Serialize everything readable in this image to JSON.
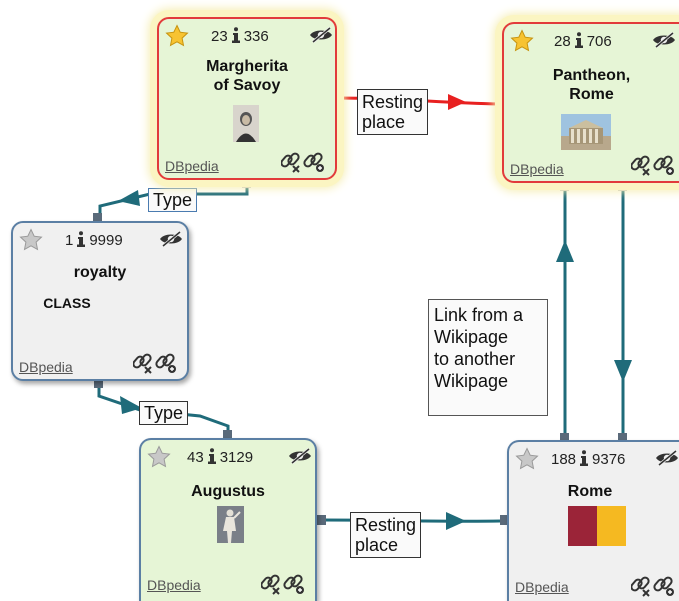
{
  "nodes": {
    "margherita": {
      "inbound": "23",
      "outbound": "336",
      "title_line1": "Margherita",
      "title_line2": "of Savoy",
      "source": "DBpedia",
      "starred": true,
      "highlighted": true,
      "thumb": "portrait-icon"
    },
    "pantheon": {
      "inbound": "28",
      "outbound": "706",
      "title_line1": "Pantheon,",
      "title_line2": "Rome",
      "source": "DBpedia",
      "starred": true,
      "highlighted": true,
      "thumb": "pantheon-icon"
    },
    "royalty": {
      "inbound": "1",
      "outbound": "9999",
      "title": "royalty",
      "subtitle": "CLASS",
      "source": "DBpedia",
      "starred": false
    },
    "augustus": {
      "inbound": "43",
      "outbound": "3129",
      "title": "Augustus",
      "source": "DBpedia",
      "starred": false,
      "thumb": "statue-icon"
    },
    "rome": {
      "inbound": "188",
      "outbound": "9376",
      "title": "Rome",
      "source": "DBpedia",
      "starred": false,
      "thumb": "flag-icon"
    }
  },
  "edges": {
    "margherita_pantheon": {
      "line1": "Resting",
      "line2": "place",
      "color": "#e82020"
    },
    "margherita_royalty": {
      "label": "Type",
      "color": "#1f6b7a"
    },
    "royalty_augustus": {
      "label": "Type",
      "color": "#1f6b7a"
    },
    "augustus_rome": {
      "line1": "Resting",
      "line2": "place",
      "color": "#1f6b7a"
    },
    "rome_pantheon": {
      "line1": "Link from a",
      "line2": "Wikipage",
      "line3": "to another",
      "line4": "Wikipage",
      "color": "#1f6b7a"
    }
  },
  "colors": {
    "edge": "#1f6b7a",
    "highlight_edge": "#e82020",
    "node_border": "#5b7fa4",
    "highlight_border": "#e23b3b",
    "flag_left": "#9b2438",
    "flag_right": "#f5b921"
  }
}
